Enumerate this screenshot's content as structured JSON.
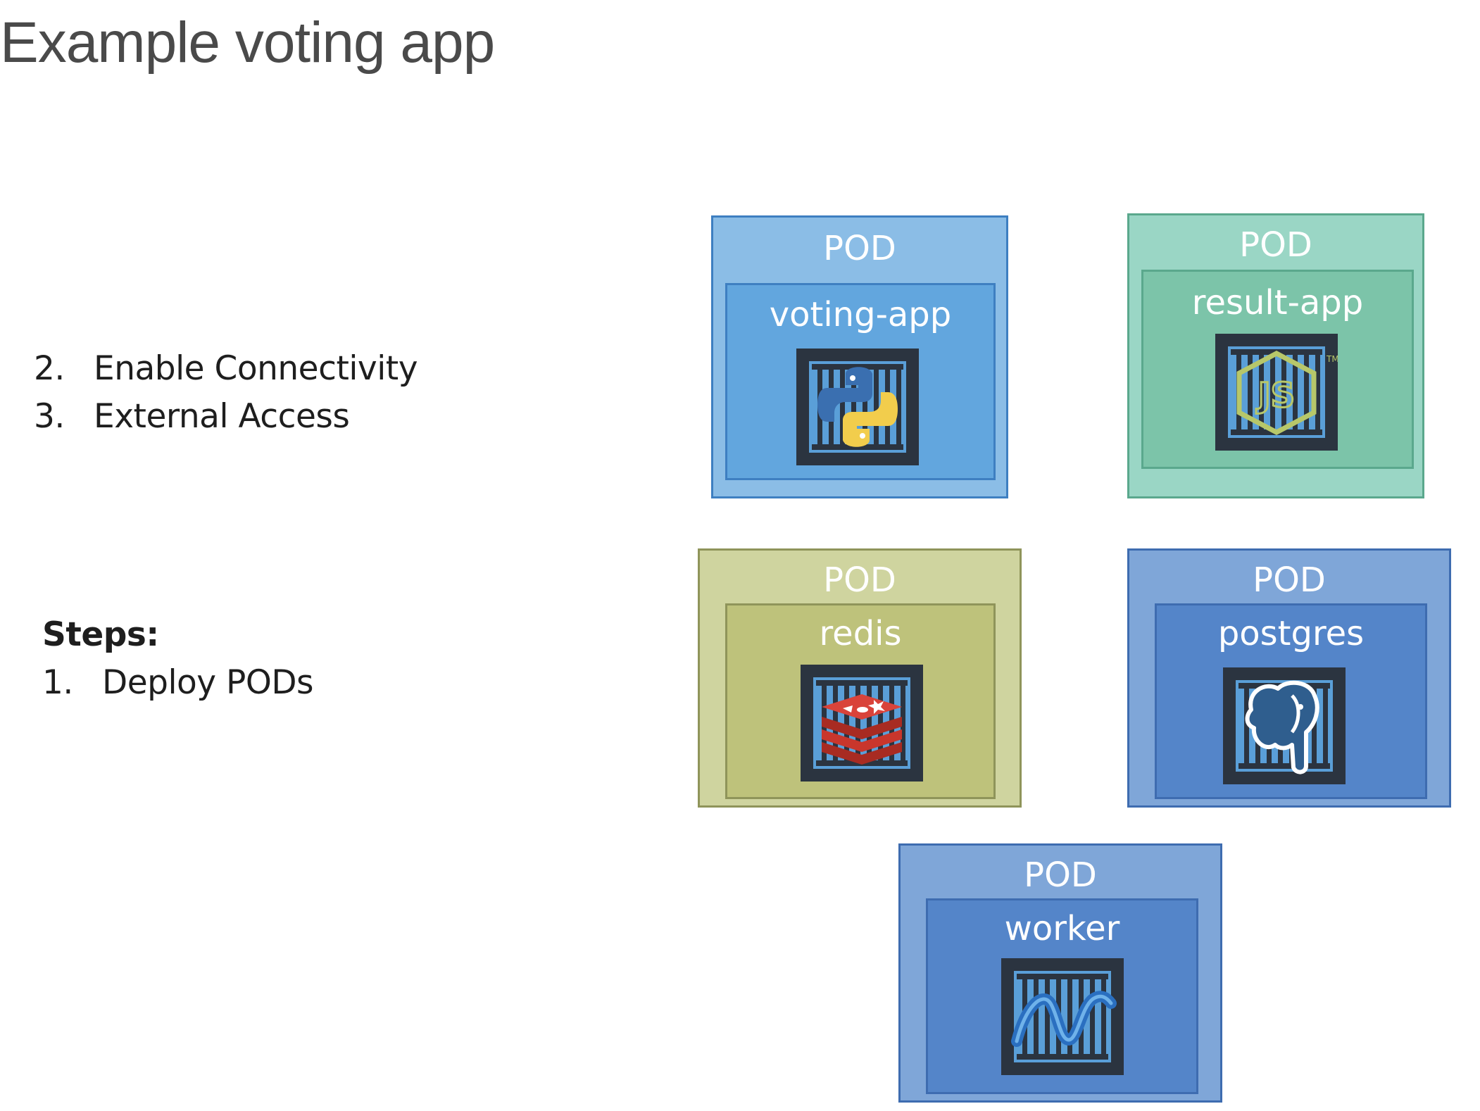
{
  "title": "Example voting app",
  "steps": {
    "heading": "Steps:",
    "items": [
      {
        "num": "1.",
        "label": "Deploy PODs"
      },
      {
        "num": "2.",
        "label": "Enable Connectivity"
      },
      {
        "num": "3.",
        "label": "External Access"
      }
    ]
  },
  "pods": [
    {
      "id": "voting",
      "pod_label": "POD",
      "container_name": "voting-app",
      "technology_icon": "python-icon",
      "pod_color": "#8bbde6",
      "container_color": "#62a6de",
      "border_color": "#3e7fc1"
    },
    {
      "id": "result",
      "pod_label": "POD",
      "container_name": "result-app",
      "technology_icon": "nodejs-icon",
      "pod_color": "#9ad6c5",
      "container_color": "#7cc4a9",
      "border_color": "#5aa88d"
    },
    {
      "id": "redis",
      "pod_label": "POD",
      "container_name": "redis",
      "technology_icon": "redis-icon",
      "pod_color": "#cfd49f",
      "container_color": "#bec27b",
      "border_color": "#8f945a"
    },
    {
      "id": "postgres",
      "pod_label": "POD",
      "container_name": "postgres",
      "technology_icon": "postgres-icon",
      "pod_color": "#7fa6d8",
      "container_color": "#5485c9",
      "border_color": "#3e6cb0"
    },
    {
      "id": "worker",
      "pod_label": "POD",
      "container_name": "worker",
      "technology_icon": "dotnet-icon",
      "pod_color": "#7fa6d8",
      "container_color": "#5485c9",
      "border_color": "#3e6cb0"
    }
  ]
}
